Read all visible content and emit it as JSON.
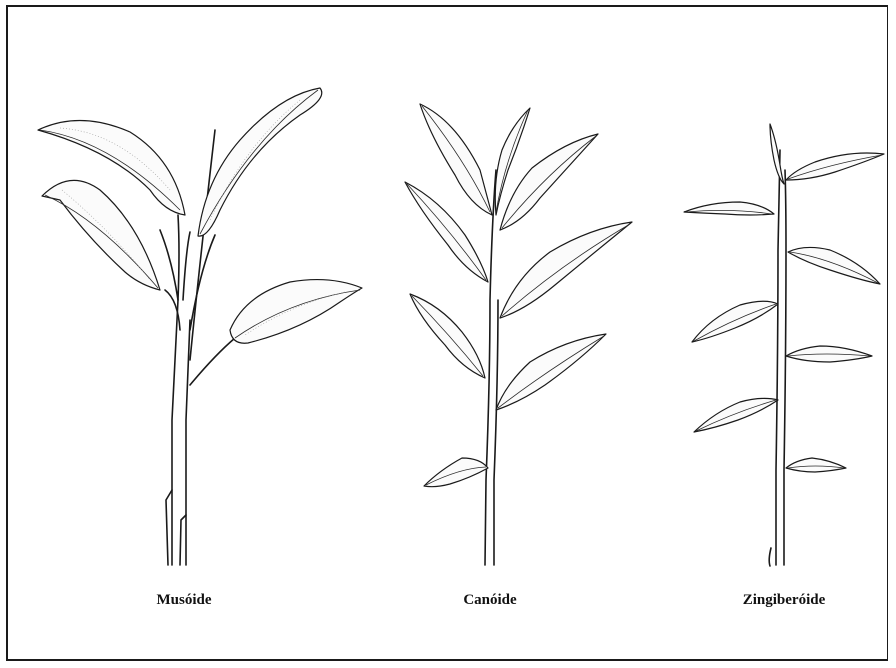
{
  "labels": {
    "musoide": "Musóide",
    "canoide": "Canóide",
    "zingiberoide": "Zingiberóide"
  }
}
